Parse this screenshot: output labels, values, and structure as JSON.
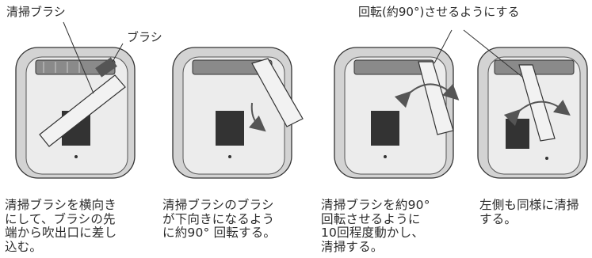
{
  "labels": {
    "cleaning_brush": "清掃ブラシ",
    "brush": "ブラシ",
    "rotate_note": "回転(約90°)させるようにする"
  },
  "captions": [
    {
      "lines": [
        "清掃ブラシを横向き",
        "にして、ブラシの先",
        "端から吹出口に差し",
        "込む。"
      ]
    },
    {
      "lines": [
        "清掃ブラシのブラシ",
        "が下向きになるよう",
        "に約90° 回転する。"
      ]
    },
    {
      "lines": [
        "清掃ブラシを約90°",
        "回転させるように",
        "10回程度動かし、",
        "清掃する。"
      ]
    },
    {
      "lines": [
        "左側も同様に清掃",
        "する。"
      ]
    }
  ],
  "colors": {
    "device_body": "#cfcfcf",
    "device_face": "#e9e9e9",
    "outline": "#333333",
    "arrow": "#555555",
    "logo_bg": "#333333"
  }
}
